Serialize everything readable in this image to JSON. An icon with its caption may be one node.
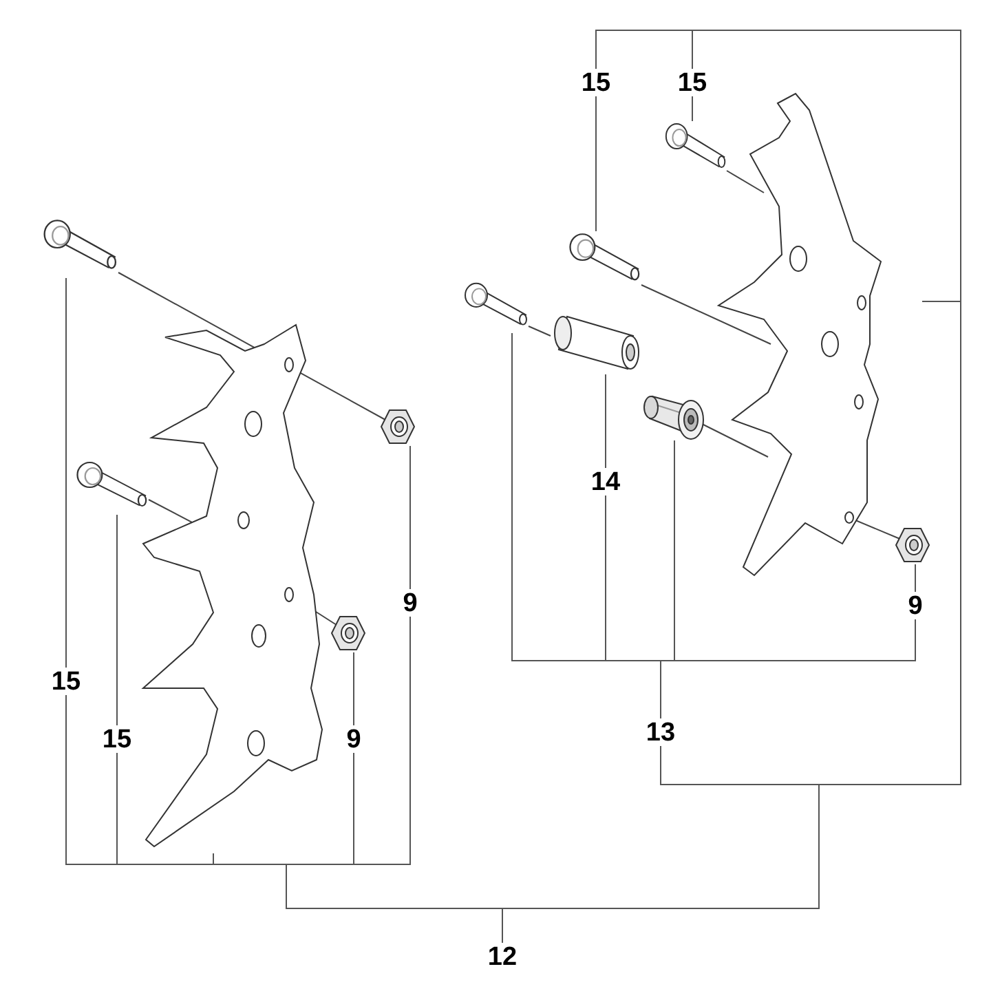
{
  "diagram": {
    "nodes": [
      {
        "text": [
          "15"
        ]
      },
      {
        "text": [
          "15"
        ]
      },
      {
        "text": [],
        "shape": "picture"
      },
      {
        "text": [],
        "shape": "picture"
      },
      {
        "text": [],
        "shape": "picture"
      },
      {
        "text": [],
        "shape": "picture"
      },
      {
        "text": [],
        "shape": "picture"
      },
      {
        "text": [],
        "shape": "picture"
      },
      {
        "text": [],
        "shape": "picture"
      },
      {
        "text": [
          "14"
        ]
      },
      {
        "text": [
          "9"
        ]
      },
      {
        "text": [
          "13"
        ]
      },
      {
        "text": [],
        "shape": "picture"
      },
      {
        "text": [],
        "shape": "picture"
      },
      {
        "text": [],
        "shape": "picture"
      },
      {
        "text": [],
        "shape": "picture"
      },
      {
        "text": [],
        "shape": "picture"
      },
      {
        "text": [
          "9"
        ]
      },
      {
        "text": [
          "15"
        ]
      },
      {
        "text": [
          "15"
        ]
      },
      {
        "text": [
          "9"
        ]
      },
      {
        "text": [
          "12"
        ]
      }
    ],
    "edges": [
      {
        "from": 0,
        "to": 4,
        "arrow": "none"
      },
      {
        "from": 1,
        "to": 3,
        "arrow": "none"
      },
      {
        "from": 9,
        "to": 6,
        "arrow": "none"
      },
      {
        "from": 10,
        "to": 8,
        "arrow": "none"
      },
      {
        "from": 11,
        "to": 5,
        "arrow": "none"
      },
      {
        "from": 11,
        "to": 9,
        "arrow": "none"
      },
      {
        "from": 11,
        "to": 7,
        "arrow": "none"
      },
      {
        "from": 11,
        "to": 10,
        "arrow": "none"
      },
      {
        "from": 21,
        "to": 12,
        "arrow": "none"
      },
      {
        "from": 21,
        "to": 18,
        "arrow": "none"
      },
      {
        "from": 21,
        "to": 19,
        "arrow": "none"
      },
      {
        "from": 21,
        "to": 20,
        "arrow": "none"
      },
      {
        "from": 21,
        "to": 17,
        "arrow": "none"
      },
      {
        "from": 21,
        "to": 11,
        "arrow": "none"
      },
      {
        "from": 21,
        "to": 2,
        "arrow": "none"
      },
      {
        "from": 21,
        "to": 1,
        "arrow": "none"
      },
      {
        "from": 21,
        "to": 0,
        "arrow": "none"
      },
      {
        "from": 18,
        "to": 13,
        "arrow": "none"
      },
      {
        "from": 19,
        "to": 14,
        "arrow": "none"
      },
      {
        "from": 17,
        "to": 15,
        "arrow": "none"
      },
      {
        "from": 20,
        "to": 16,
        "arrow": "none"
      }
    ]
  }
}
